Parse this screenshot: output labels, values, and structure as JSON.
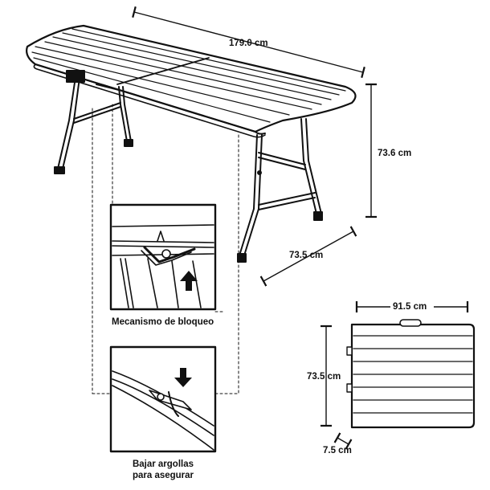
{
  "dimensions": {
    "length": "179.0 cm",
    "height": "73.6 cm",
    "depth": "73.5 cm",
    "folded_width": "91.5 cm",
    "folded_depth": "73.5 cm",
    "folded_thickness": "7.5 cm"
  },
  "captions": {
    "lock_mechanism": "Mecanismo de bloqueo",
    "rings_line1": "Bajar argollas",
    "rings_line2": "para  asegurar"
  },
  "colors": {
    "line": "#111111",
    "fill": "#ffffff"
  },
  "icons": [
    "up-arrow-icon",
    "down-arrow-icon"
  ]
}
